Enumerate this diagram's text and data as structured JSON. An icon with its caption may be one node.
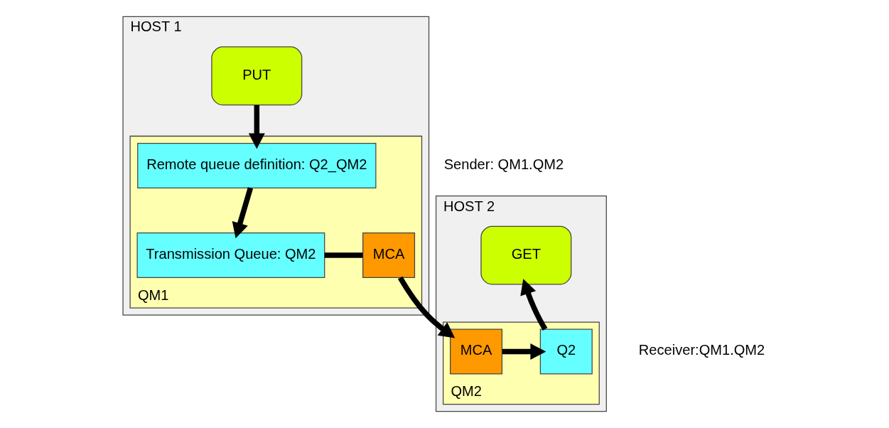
{
  "diagram": {
    "nodes": [
      {
        "text": [
          "HOST 1"
        ]
      },
      {
        "text": [
          "PUT"
        ],
        "in": 0
      },
      {
        "text": [
          "QM1"
        ],
        "in": 0
      },
      {
        "text": [
          "Remote queue definition: Q2_QM2"
        ],
        "in": 2
      },
      {
        "text": [
          "Transmission Queue: QM2"
        ],
        "in": 2
      },
      {
        "text": [
          "MCA"
        ],
        "in": 2
      },
      {
        "text": [
          "HOST 2"
        ]
      },
      {
        "text": [
          "GET"
        ],
        "in": 6
      },
      {
        "text": [
          "QM2"
        ],
        "in": 6
      },
      {
        "text": [
          "MCA"
        ],
        "in": 8
      },
      {
        "text": [
          "Q2"
        ],
        "in": 8
      }
    ],
    "edges": [
      {
        "from": 1,
        "to": 3,
        "arrow": "to"
      },
      {
        "from": 3,
        "to": 4,
        "arrow": "to"
      },
      {
        "from": 4,
        "to": 5,
        "arrow": "none"
      },
      {
        "from": 5,
        "to": 9,
        "arrow": "to"
      },
      {
        "from": 9,
        "to": 10,
        "arrow": "to"
      },
      {
        "from": 10,
        "to": 7,
        "arrow": "to"
      }
    ],
    "labels": [
      "Sender: QM1.QM2",
      "Receiver:QM1.QM2"
    ]
  }
}
